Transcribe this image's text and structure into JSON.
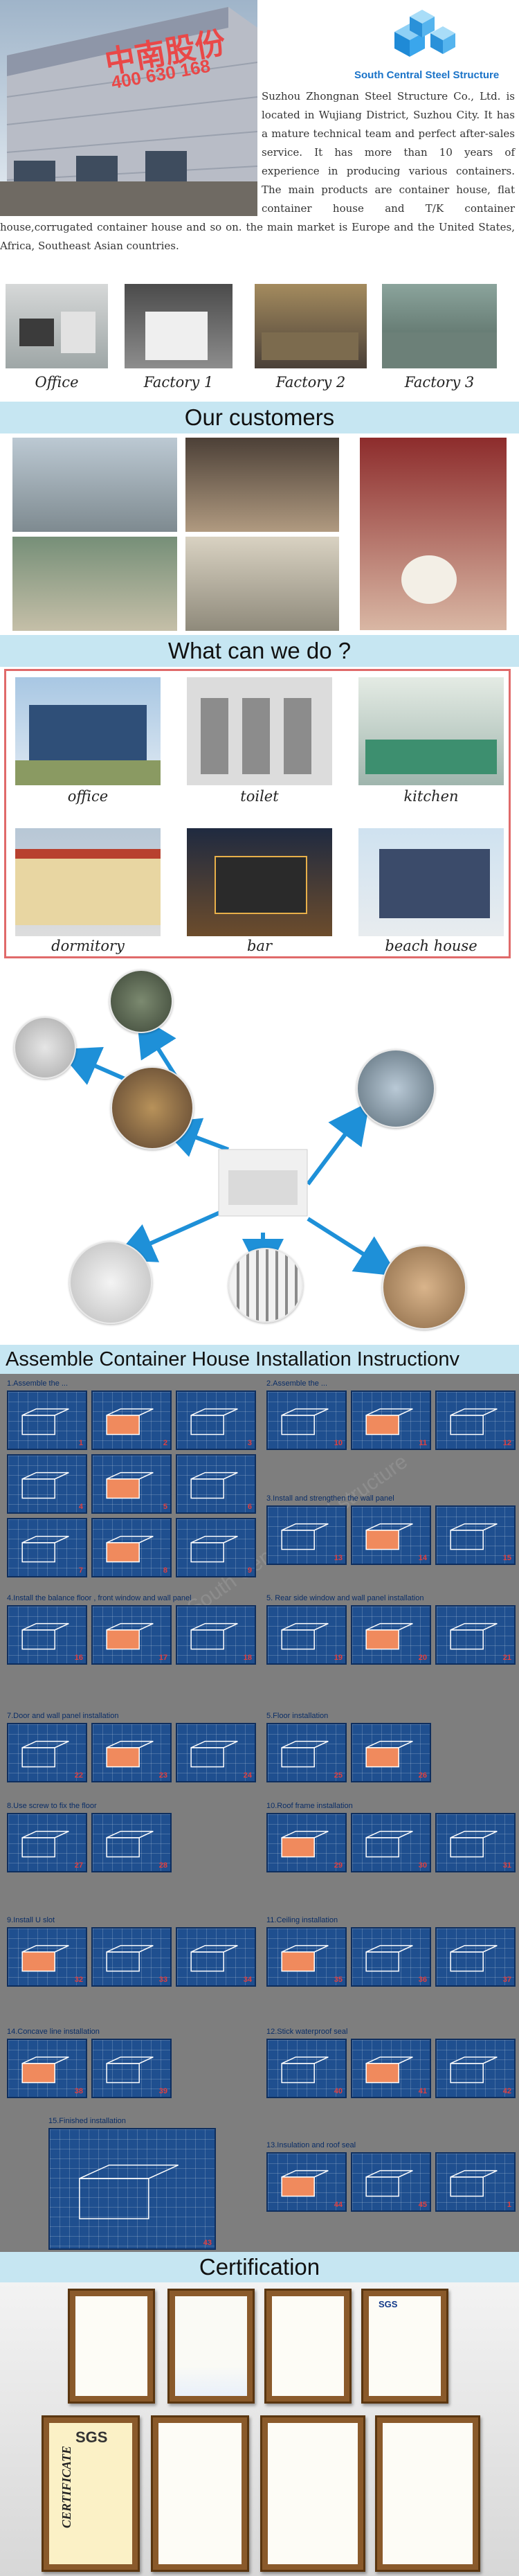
{
  "company": {
    "sign_cn": "中南股份",
    "sign_phone": "400 630 168",
    "brand": "South Central Steel Structure",
    "intro": "Suzhou Zhongnan Steel Structure Co., Ltd. is located in Wujiang District, Suzhou City. It has a mature technical team and perfect after-sales service. It has more than 10 years of experience in producing various containers. The main products are container house, flat container house and T/K container house,corrugated container house and so on. the main market is Europe and the United States, Africa, Southeast Asian countries.",
    "gallery": [
      "Office",
      "Factory 1",
      "Factory 2",
      "Factory 3"
    ]
  },
  "customers": {
    "title": "Our customers"
  },
  "what": {
    "title": "What can we do ?",
    "items": [
      "office",
      "toilet",
      "kitchen",
      "dormitory",
      "bar",
      "beach house"
    ]
  },
  "install": {
    "title": "Assemble Container House Installation Instructionv",
    "watermark": "South Central steel structure",
    "steps": [
      "1.Assemble the ...",
      "2.Assemble the ...",
      "3.Install and strengthen the wall panel",
      "4.Install the balance floor , front window and wall panel",
      "5. Rear side window and wall panel installation",
      "7.Door and wall panel installation",
      "5.Floor installation",
      "8.Use screw to fix the floor",
      "10.Roof frame installation",
      "9.Install U slot",
      "11.Ceiling installation",
      "14.Concave line installation",
      "12.Stick waterproof seal",
      "15.Finished installation",
      "13.Insulation and roof seal"
    ],
    "numbers": [
      "1",
      "2",
      "3",
      "4",
      "5",
      "6",
      "7",
      "8",
      "9",
      "10",
      "11",
      "12",
      "13",
      "14",
      "15",
      "16",
      "17",
      "18",
      "19",
      "20",
      "21",
      "22",
      "23",
      "24",
      "25",
      "26",
      "27",
      "28",
      "29",
      "30",
      "31",
      "32",
      "33",
      "34",
      "35",
      "36",
      "37",
      "38",
      "39",
      "40",
      "41",
      "42",
      "43",
      "44",
      "45"
    ]
  },
  "certification": {
    "title": "Certification",
    "badge": "SGS",
    "vertical": "CERTIFICATE"
  },
  "colors": {
    "banner": "#c6e6f2",
    "install_bg": "#7e7e7e",
    "panel": "#1f4f8f",
    "arrow": "#1e90d8",
    "frame_border": "#e06a6a"
  }
}
